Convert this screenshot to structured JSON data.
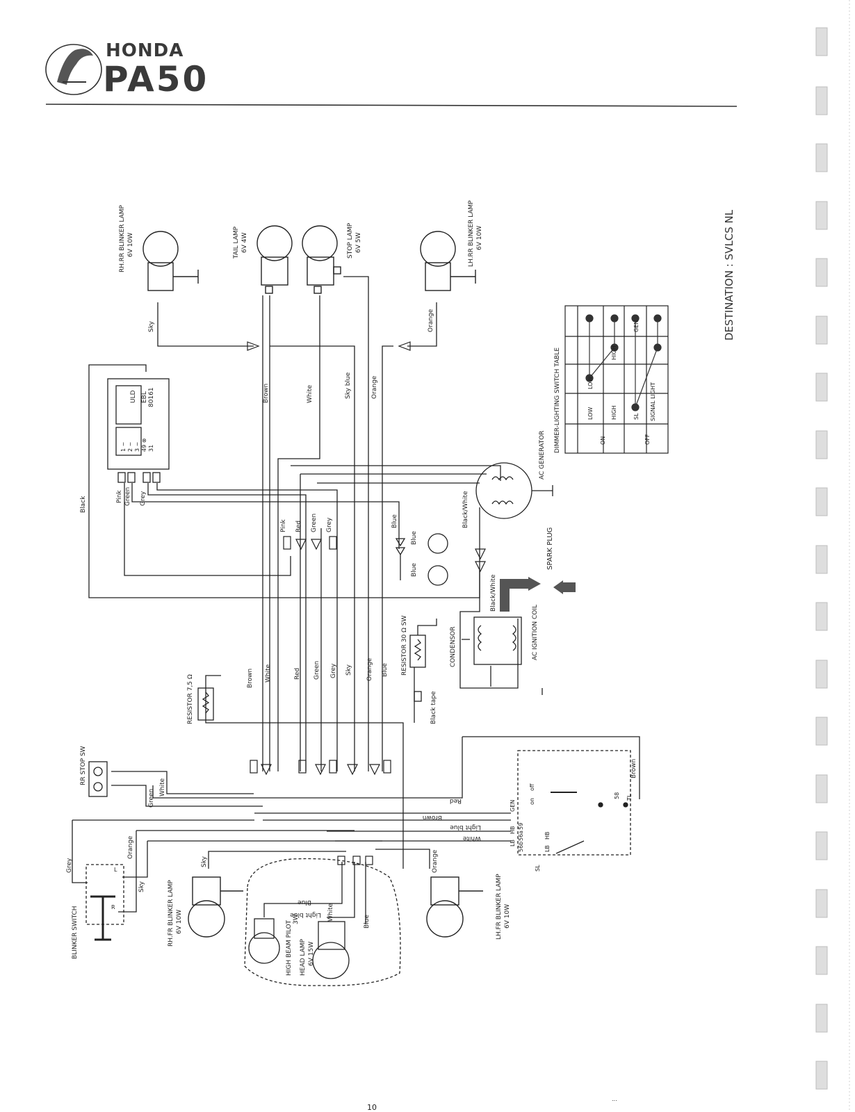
{
  "header": {
    "brand": "HONDA",
    "model": "PA50"
  },
  "destination": "DESTINATION : SVLCS NL",
  "lamps": {
    "rh_rr_blinker": {
      "name": "RH.RR BLINKER LAMP",
      "rating": "6V 10W"
    },
    "tail": {
      "name": "TAIL LAMP",
      "rating": "6V 4W"
    },
    "stop": {
      "name": "STOP LAMP",
      "rating": "6V 5W"
    },
    "lh_rr_blinker": {
      "name": "LH.RR BLINKER LAMP",
      "rating": "6V 10W"
    },
    "rh_fr_blinker": {
      "name": "RH.FR BLINKER LAMP",
      "rating": "6V 10W"
    },
    "lh_fr_blinker": {
      "name": "LH.FR BLINKER LAMP",
      "rating": "6V 10W"
    },
    "high_beam_pilot": {
      "name": "HIGH BEAM PILOT",
      "rating": "3W"
    },
    "head": {
      "name": "HEAD LAMP",
      "rating": "6V 15W"
    }
  },
  "relay": {
    "name": "EBL",
    "code": "80161",
    "code2": "ULD",
    "terminals": [
      "1 ~",
      "2 ~",
      "3 ~",
      "49 ⊗",
      "31"
    ]
  },
  "components": {
    "ac_generator": "AC GENERATOR",
    "spark_plug": "SPARK PLUG",
    "condensor": "CONDENSOR",
    "ignition_coil": "AC IGNITION COIL",
    "resistor_75": "RESISTOR 7,5 Ω",
    "resistor_30": "RESISTOR 30 Ω  SW",
    "rr_stop_sw": "RR STOP SW",
    "blinker_switch": "BLINKER SWITCH",
    "black_tape": "Black tape"
  },
  "switch_table": {
    "title": "DIMMER-LIGHTING SWITCH TABLE",
    "columns": [
      "LOW",
      "HIGH",
      "GEN"
    ],
    "groups": [
      {
        "state": "ON",
        "rows": [
          "LOW",
          "HIGH"
        ]
      },
      {
        "state": "OFF",
        "rows": [
          "SL",
          "SIGNAL LIGHT"
        ]
      }
    ]
  },
  "wires": {
    "sky": "Sky",
    "orange": "Orange",
    "brown": "Brown",
    "white": "White",
    "sky_blue": "Sky blue",
    "black": "Black",
    "pink": "Pink",
    "green": "Green",
    "grey": "Grey",
    "red": "Red",
    "blue": "Blue",
    "black_white": "Black/White",
    "light_blue": "Light blue"
  },
  "switch_terminals": {
    "gen": "GEN",
    "hb": "HB",
    "lb": "LB",
    "sl": "SL",
    "tl": "TL",
    "t58": "58",
    "t59": "59",
    "t56a": "56a",
    "t56b": "56b",
    "on": "on",
    "off": "off"
  },
  "blinker_terminals": {
    "l": "L",
    "r": "R"
  },
  "page_number": "10",
  "footer_note": "..."
}
